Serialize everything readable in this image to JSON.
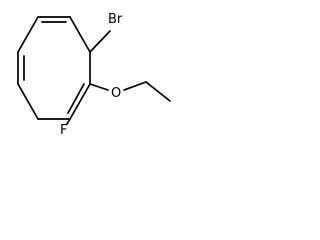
{
  "molecule": {
    "atoms": {
      "bromine": "Br",
      "oxygen": "O",
      "fluorine": "F"
    }
  }
}
